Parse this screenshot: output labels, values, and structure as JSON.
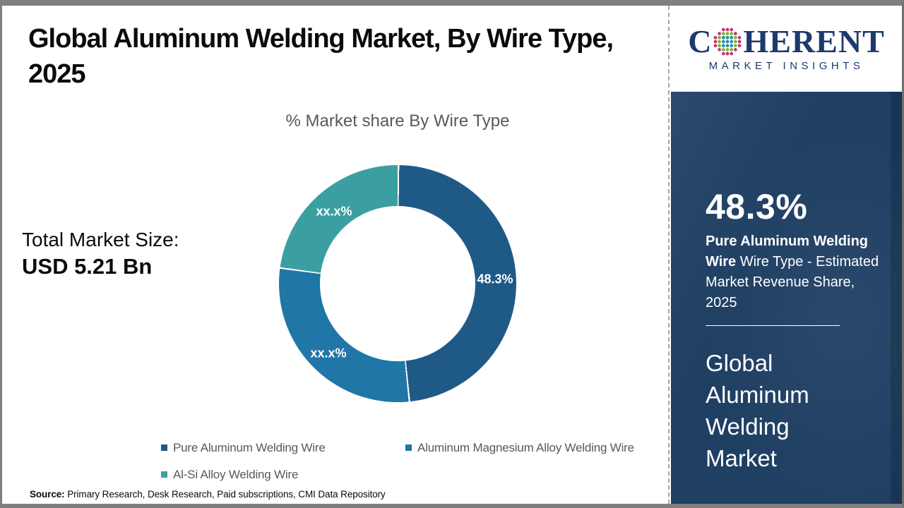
{
  "header": {
    "title": "Global Aluminum Welding Market, By Wire Type,\n2025"
  },
  "logo": {
    "brand_c": "C",
    "brand_rest": "HERENT",
    "subtitle": "MARKET INSIGHTS",
    "brand_color": "#1d3a6d"
  },
  "stats": {
    "total_label": "Total Market Size:",
    "total_value": "USD 5.21 Bn"
  },
  "chart_data": {
    "type": "pie",
    "donut": true,
    "title": "% Market share By Wire Type",
    "start_angle_deg": 0,
    "direction": "clockwise",
    "legend_position": "bottom",
    "values_estimated_from_arcs": true,
    "segments": [
      {
        "label": "Pure Aluminum Welding Wire",
        "value": 48.3,
        "display_label": "48.3%",
        "color": "#1F5A87"
      },
      {
        "label": "Aluminum Magnesium Alloy Welding Wire",
        "value": 28.7,
        "display_label": "xx.x%",
        "color": "#2076A6"
      },
      {
        "label": "Al-Si Alloy Welding Wire",
        "value": 23.0,
        "display_label": "xx.x%",
        "color": "#3B9FA1"
      }
    ]
  },
  "sidebar": {
    "share_value": "48.3%",
    "share_desc_bold": "Pure Aluminum Welding Wire",
    "share_desc_rest": " Wire Type - Estimated Market Revenue Share, 2025",
    "market_name": "Global\nAluminum\nWelding\nMarket",
    "background_color": "#1F3F63"
  },
  "footer": {
    "source_label": "Source:",
    "source_text": " Primary Research, Desk Research, Paid subscriptions, CMI Data Repository"
  },
  "colors": {
    "title_text": "#0B0B0B",
    "muted_text": "#595959",
    "border_gray": "#7F7F7F"
  }
}
